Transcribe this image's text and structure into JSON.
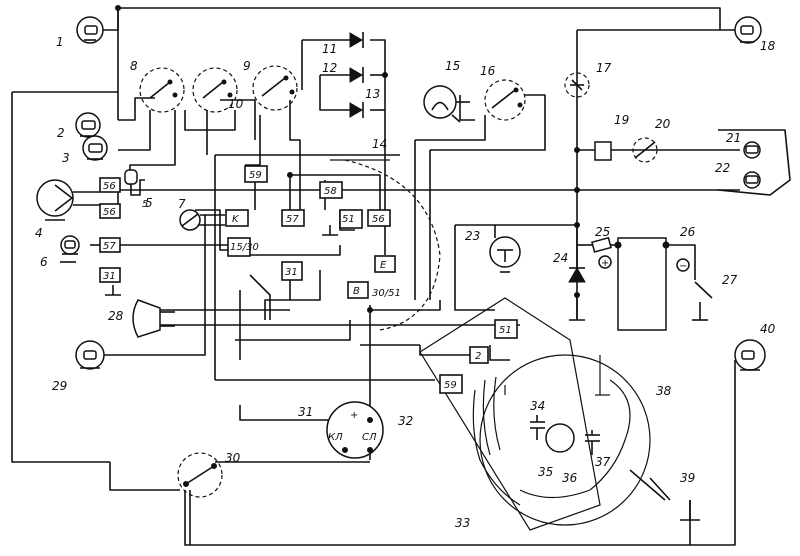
{
  "components": [
    {
      "id": "1",
      "label": "1"
    },
    {
      "id": "2",
      "label": "2"
    },
    {
      "id": "3",
      "label": "3"
    },
    {
      "id": "4",
      "label": "4"
    },
    {
      "id": "5",
      "label": "5"
    },
    {
      "id": "6",
      "label": "6"
    },
    {
      "id": "7",
      "label": "7"
    },
    {
      "id": "8",
      "label": "8"
    },
    {
      "id": "9",
      "label": "9"
    },
    {
      "id": "10",
      "label": "10"
    },
    {
      "id": "11",
      "label": "11"
    },
    {
      "id": "12",
      "label": "12"
    },
    {
      "id": "13",
      "label": "13"
    },
    {
      "id": "14",
      "label": "14"
    },
    {
      "id": "15",
      "label": "15"
    },
    {
      "id": "16",
      "label": "16"
    },
    {
      "id": "17",
      "label": "17"
    },
    {
      "id": "18",
      "label": "18"
    },
    {
      "id": "19",
      "label": "19"
    },
    {
      "id": "20",
      "label": "20"
    },
    {
      "id": "21",
      "label": "21"
    },
    {
      "id": "22",
      "label": "22"
    },
    {
      "id": "23",
      "label": "23"
    },
    {
      "id": "24",
      "label": "24"
    },
    {
      "id": "25",
      "label": "25"
    },
    {
      "id": "26",
      "label": "26"
    },
    {
      "id": "27",
      "label": "27"
    },
    {
      "id": "28",
      "label": "28"
    },
    {
      "id": "29",
      "label": "29"
    },
    {
      "id": "30",
      "label": "30"
    },
    {
      "id": "31",
      "label": "31"
    },
    {
      "id": "32",
      "label": "32"
    },
    {
      "id": "33",
      "label": "33"
    },
    {
      "id": "34",
      "label": "34"
    },
    {
      "id": "35",
      "label": "35"
    },
    {
      "id": "36",
      "label": "36"
    },
    {
      "id": "37",
      "label": "37"
    },
    {
      "id": "38",
      "label": "38"
    },
    {
      "id": "39",
      "label": "39"
    },
    {
      "id": "40",
      "label": "40"
    }
  ],
  "terminals": {
    "t56a": "56",
    "t56b": "56",
    "t5": "5",
    "t57a": "57",
    "t31": "31",
    "t59a": "59",
    "t57b": "57",
    "t58": "58",
    "t56c": "56",
    "tK": "K",
    "t15_30": "15/30",
    "t31b": "31",
    "t51a": "51",
    "tE": "E",
    "tB": "B",
    "t30_51": "30/51",
    "t51b": "51",
    "t2": "2",
    "t59b": "59"
  },
  "ignition": {
    "kl": "КЛ",
    "sl": "СЛ",
    "plus": "+"
  },
  "battery": {
    "plus": "+",
    "minus": "−"
  }
}
